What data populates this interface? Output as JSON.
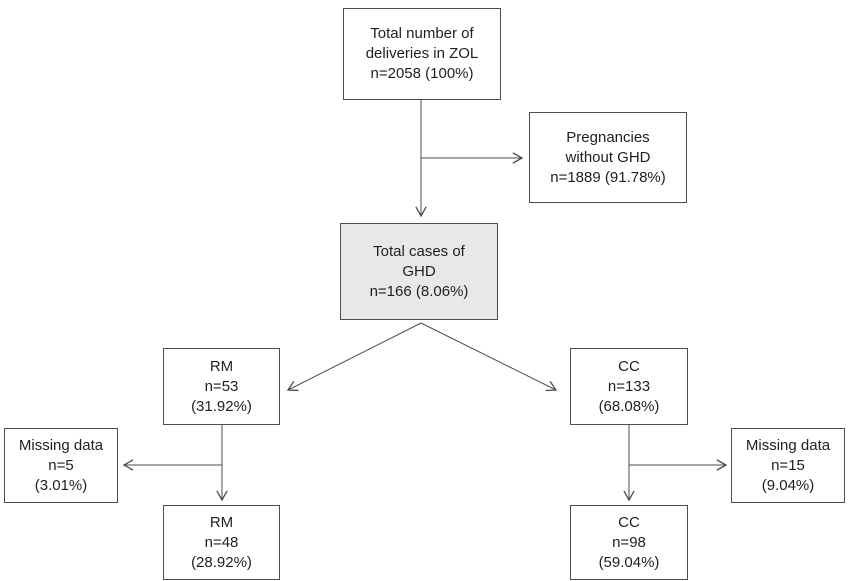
{
  "diagram": {
    "boxes": {
      "total_deliveries": {
        "lines": [
          "Total number of",
          "deliveries in ZOL",
          "n=2058 (100%)"
        ]
      },
      "pregnancies_without_ghd": {
        "lines": [
          "Pregnancies",
          "without GHD",
          "n=1889 (91.78%)"
        ]
      },
      "total_ghd": {
        "lines": [
          "Total cases of",
          "GHD",
          "n=166 (8.06%)"
        ]
      },
      "rm": {
        "lines": [
          "RM",
          "n=53",
          "(31.92%)"
        ]
      },
      "cc": {
        "lines": [
          "CC",
          "n=133",
          "(68.08%)"
        ]
      },
      "missing_left": {
        "lines": [
          "Missing data",
          "n=5",
          "(3.01%)"
        ]
      },
      "missing_right": {
        "lines": [
          "Missing data",
          "n=15",
          "(9.04%)"
        ]
      },
      "rm_final": {
        "lines": [
          "RM",
          "n=48",
          "(28.92%)"
        ]
      },
      "cc_final": {
        "lines": [
          "CC",
          "n=98",
          "(59.04%)"
        ]
      }
    },
    "colors": {
      "background": "#ffffff",
      "box_border": "#4d4d4d",
      "highlight_fill": "#e8e8e8",
      "arrow": "#4d4d4d",
      "text": "#1f1f1f"
    }
  }
}
